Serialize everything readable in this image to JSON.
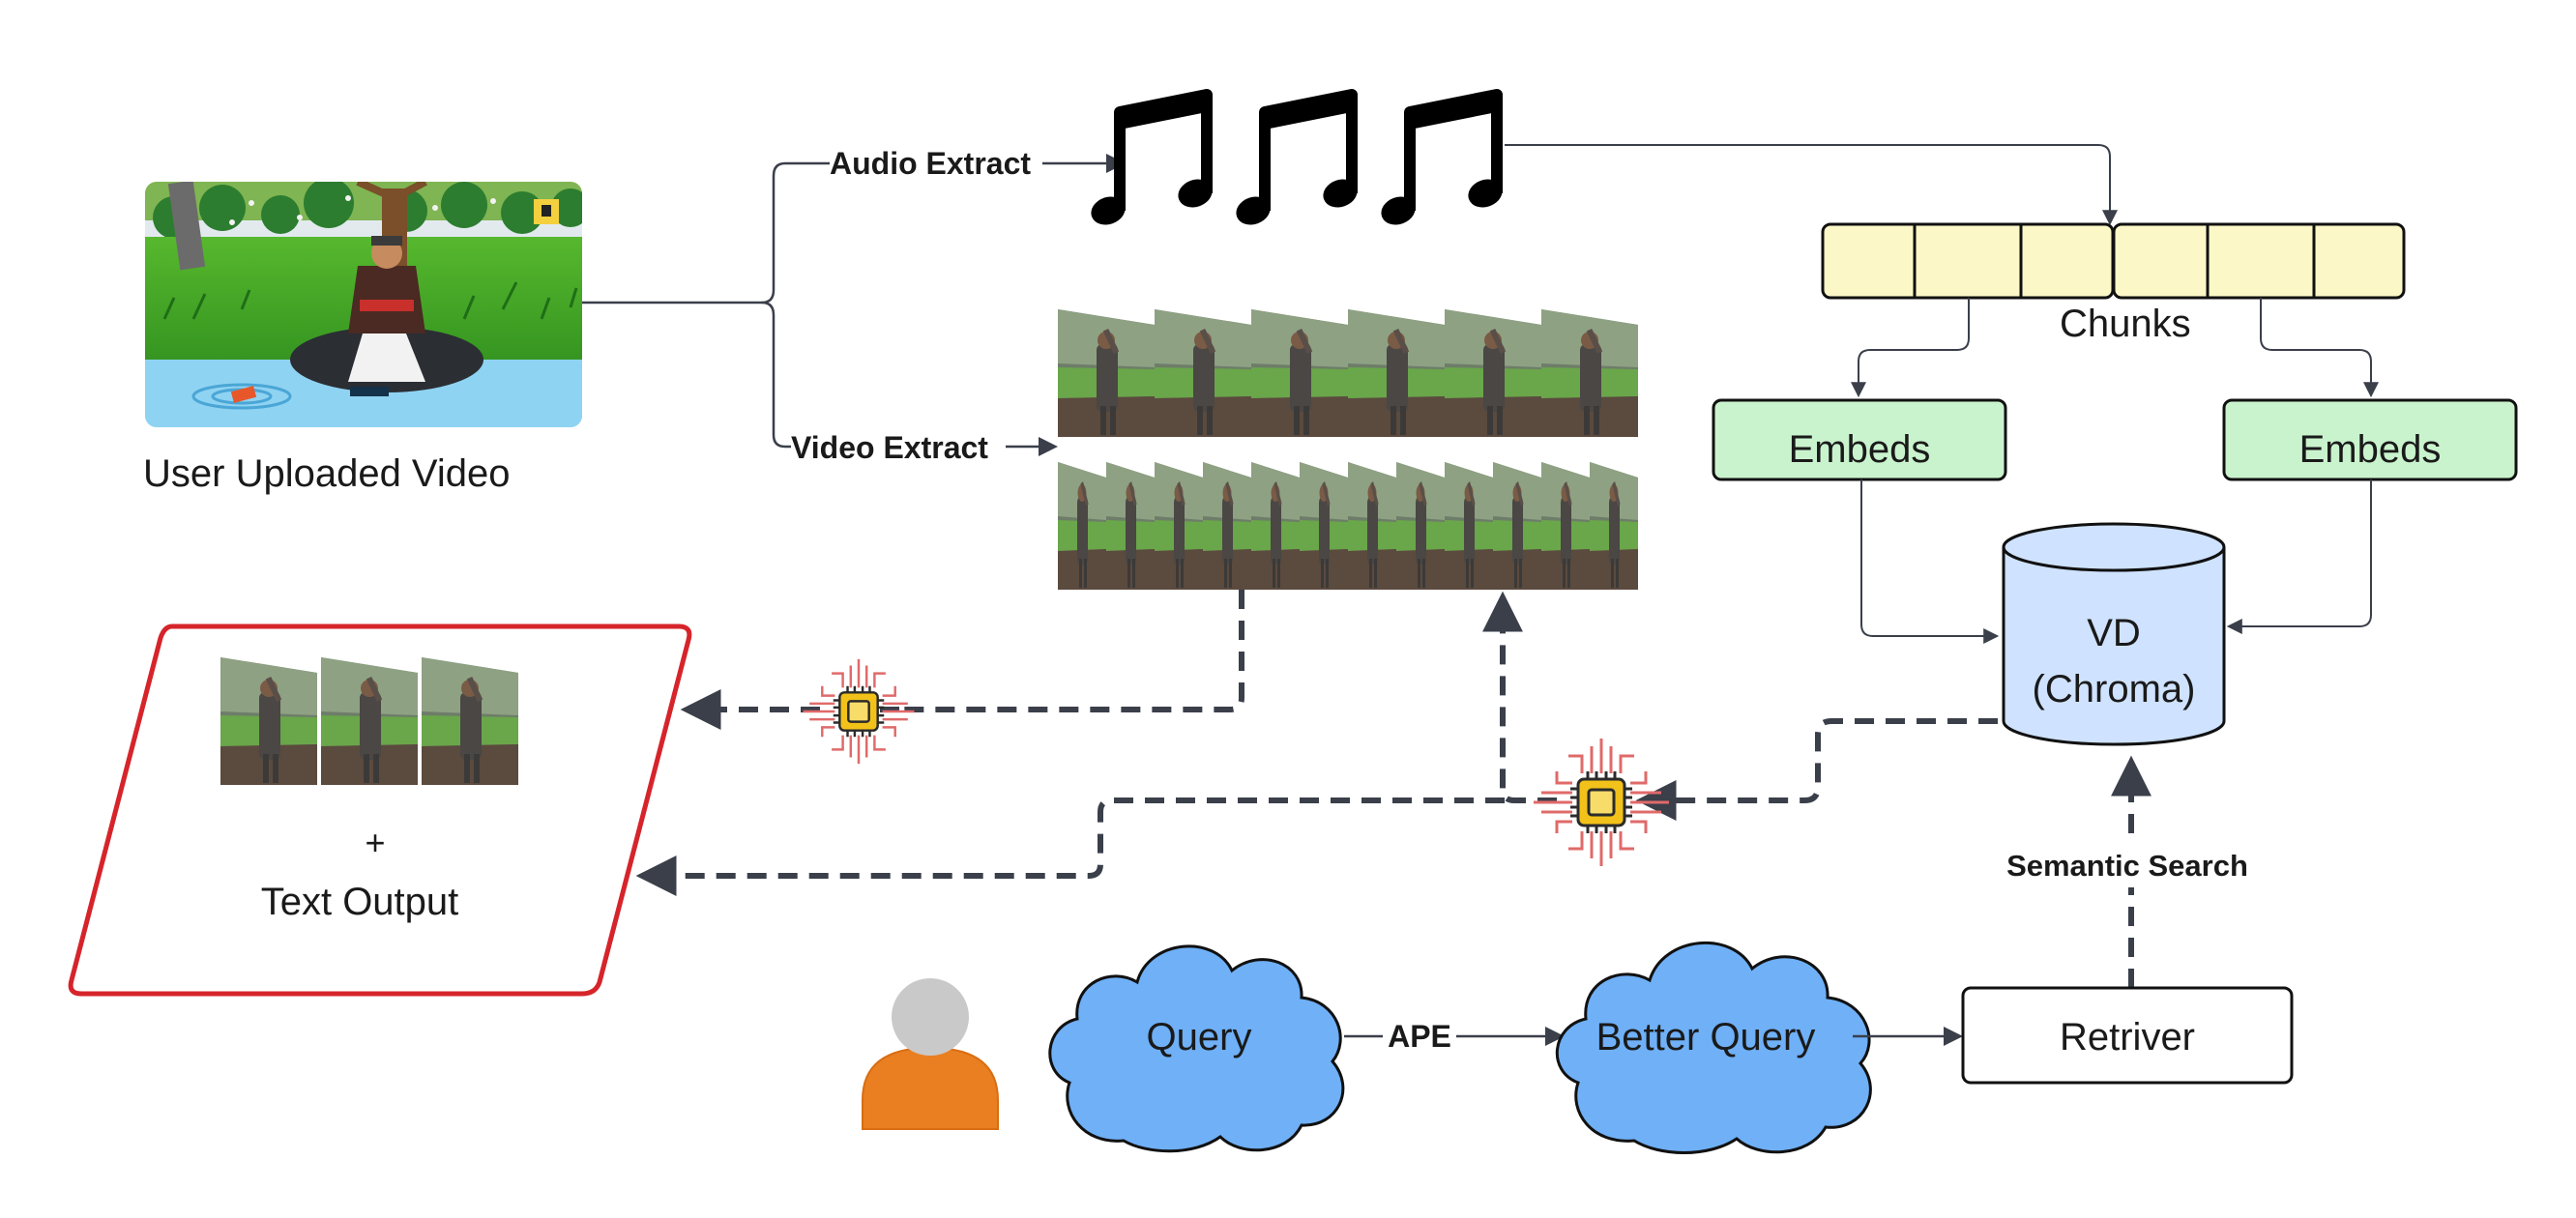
{
  "labels": {
    "user_video": "User Uploaded Video",
    "audio_extract": "Audio Extract",
    "video_extract": "Video Extract",
    "chunks": "Chunks",
    "embeds_left": "Embeds",
    "embeds_right": "Embeds",
    "vd_line1": "VD",
    "vd_line2": "(Chroma)",
    "output_plus": "+",
    "output_text": "Text Output",
    "query": "Query",
    "ape": "APE",
    "better_query": "Better Query",
    "retriever": "Retriver",
    "semantic_search": "Semantic Search"
  },
  "colors": {
    "chunk_fill": "#fbf7c7",
    "embeds_fill": "#c9f3cd",
    "db_fill": "#cfe2ff",
    "cloud_fill": "#6fb0f7",
    "output_border": "#d6242b",
    "chip_body": "#f2c21a",
    "chip_lines": "#e06a6a",
    "person_head": "#c9c9c9",
    "person_body": "#ea7f22",
    "dashed_arrow": "#3a3f4a"
  },
  "icons": {
    "music": "music-note-icon",
    "chip": "ai-chip-icon",
    "person": "user-icon",
    "database": "database-icon",
    "cloud": "cloud-icon"
  },
  "media": {
    "video_frame_count_row1": 6,
    "video_frame_count_row2": 12,
    "output_frame_count": 3,
    "audio_note_count": 3,
    "chunk_count": 6
  }
}
